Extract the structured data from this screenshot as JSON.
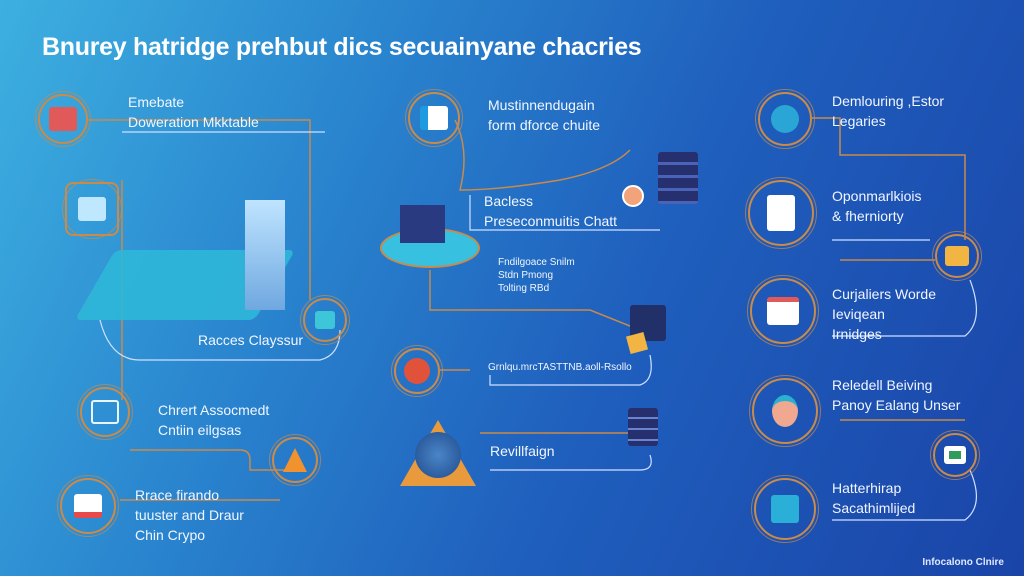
{
  "title": "Bnurey hatridge prehbut dics secuainyane chacries",
  "left": [
    {
      "lines": [
        "Emebate",
        "Doweration Mkktable"
      ],
      "icon": "book-icon"
    },
    {
      "lines": [
        "Racces Clayssur"
      ],
      "icon": "shield-icon"
    },
    {
      "lines": [
        "Chrert Assocmedt",
        "Cntiin eilgsas"
      ],
      "icon": "dashboard-icon"
    },
    {
      "lines": [
        "Rrace firando",
        "tuuster and Draur",
        "Chin Crypo"
      ],
      "icon": "monitor-icon"
    }
  ],
  "middle": [
    {
      "lines": [
        "Mustinnendugain",
        "form dforce chuite"
      ],
      "icon": "document-icon"
    },
    {
      "lines": [
        "Bacless",
        "Preseconmuitis Chatt"
      ],
      "icon": "platform-icon"
    },
    {
      "lines": [
        "Fndilgoace Snilm",
        "Stdn Pmong",
        "Tolting RBd"
      ],
      "icon": "table-text"
    },
    {
      "lines": [
        "Grnlqu.mrcTASTTNB.aoll-Rsollo"
      ],
      "icon": "chart-icon"
    },
    {
      "lines": [
        "Revillfaign"
      ],
      "icon": "globe-warning-icon"
    }
  ],
  "right": [
    {
      "lines": [
        "Demlouring ,Estor",
        "Legaries"
      ],
      "icon": "virus-icon"
    },
    {
      "lines": [
        "Oponmarlkiois",
        "& fherniorty"
      ],
      "icon": "document-icon"
    },
    {
      "lines": [
        "Curjaliers Worde",
        "Ieviqean",
        "Irnidges"
      ],
      "icon": "monitor-icon"
    },
    {
      "lines": [
        "Reledell Beiving",
        "Panoy Ealang Unser"
      ],
      "icon": "brain-icon"
    },
    {
      "lines": [
        "Hatterhirap",
        "Sacathimlijed"
      ],
      "icon": "lock-icon"
    }
  ],
  "footer": "Infocalono Clnire"
}
